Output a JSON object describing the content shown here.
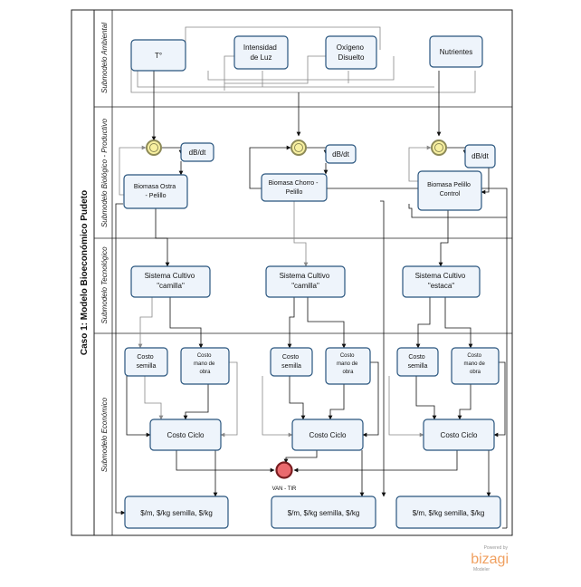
{
  "diagram": {
    "title": "Caso 1: Modelo Bioeconómico Pudeto",
    "lanes": [
      "Submodelo Ambiental",
      "Submodelo Biológico - Productivo",
      "Submodelo Tecnológico",
      "Submodelo Económico"
    ],
    "ambiental": [
      "T°",
      "Intensidad de Luz",
      "Oxígeno Disuelto",
      "Nutrientes"
    ],
    "rate": "dB/dt",
    "biomasa": [
      "Biomasa Ostra - Pelillo",
      "Biomasa Chorro - Pelillo",
      "Biomasa Pelillo Control"
    ],
    "sistema": [
      "Sistema Cultivo \"camilla\"",
      "Sistema Cultivo \"camilla\"",
      "Sistema Cultivo \"estaca\""
    ],
    "costo_semilla": "Costo semilla",
    "costo_mano": "Costo mano de obra",
    "costo_ciclo": "Costo Ciclo",
    "salida": "$/m, $/kg semilla, $/kg",
    "van_tir": "VAN - TIR"
  },
  "brand": {
    "powered_by": "Powered by",
    "name": "bizagi",
    "sub": "Modeler"
  },
  "colors": {
    "task_fill": "#eef4fb",
    "task_stroke": "#29557e",
    "gateway_fill": "#f8f0a0",
    "gateway_stroke": "#8d8a58",
    "event_fill": "#ea6a6e",
    "event_stroke": "#7a1d20",
    "brand": "#f0a060"
  }
}
